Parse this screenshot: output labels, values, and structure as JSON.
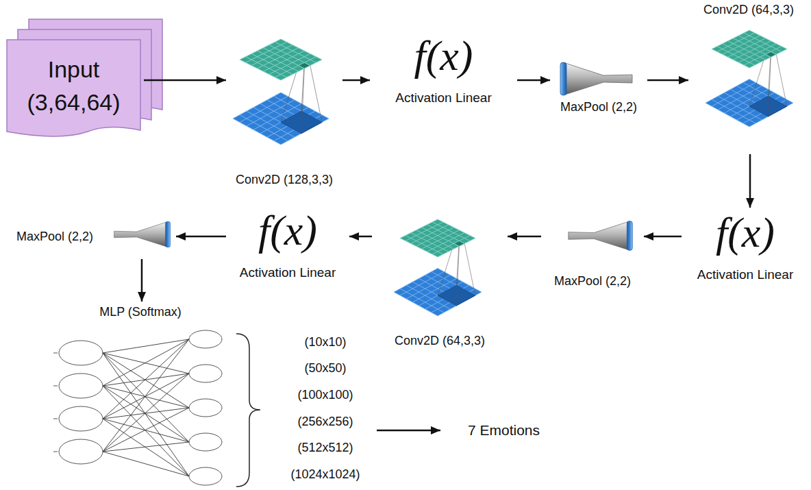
{
  "diagram": {
    "nodes": [
      {
        "text": [
          "Input (3,64,64)"
        ]
      },
      {
        "text": [
          "Conv2D (128,3,3)"
        ]
      },
      {
        "text": [
          "f(x)",
          "Activation Linear"
        ]
      },
      {
        "text": [
          "MaxPool (2,2)"
        ]
      },
      {
        "text": [
          "Conv2D (64,3,3)"
        ]
      },
      {
        "text": [
          "f(x)",
          "Activation Linear"
        ]
      },
      {
        "text": [
          "MaxPool (2,2)"
        ]
      },
      {
        "text": [
          "Conv2D (64,3,3)"
        ]
      },
      {
        "text": [
          "f(x)",
          "Activation Linear"
        ]
      },
      {
        "text": [
          "MaxPool (2,2)"
        ]
      },
      {
        "text": [
          "MLP (Softmax)"
        ]
      },
      {
        "text": [
          "(10x10)",
          "(50x50)",
          "(100x100)",
          "(256x256)",
          "(512x512)",
          "(1024x1024)"
        ]
      },
      {
        "text": [
          "7 Emotions"
        ]
      }
    ],
    "edges": [
      {
        "from": 0,
        "to": 1,
        "arrow": "to"
      },
      {
        "from": 1,
        "to": 2,
        "arrow": "to"
      },
      {
        "from": 2,
        "to": 3,
        "arrow": "to"
      },
      {
        "from": 3,
        "to": 4,
        "arrow": "to"
      },
      {
        "from": 4,
        "to": 5,
        "arrow": "to"
      },
      {
        "from": 5,
        "to": 6,
        "arrow": "to"
      },
      {
        "from": 6,
        "to": 7,
        "arrow": "to"
      },
      {
        "from": 7,
        "to": 8,
        "arrow": "to"
      },
      {
        "from": 8,
        "to": 9,
        "arrow": "to"
      },
      {
        "from": 9,
        "to": 10,
        "arrow": "to"
      },
      {
        "from": 11,
        "to": 12,
        "arrow": "to"
      }
    ]
  }
}
